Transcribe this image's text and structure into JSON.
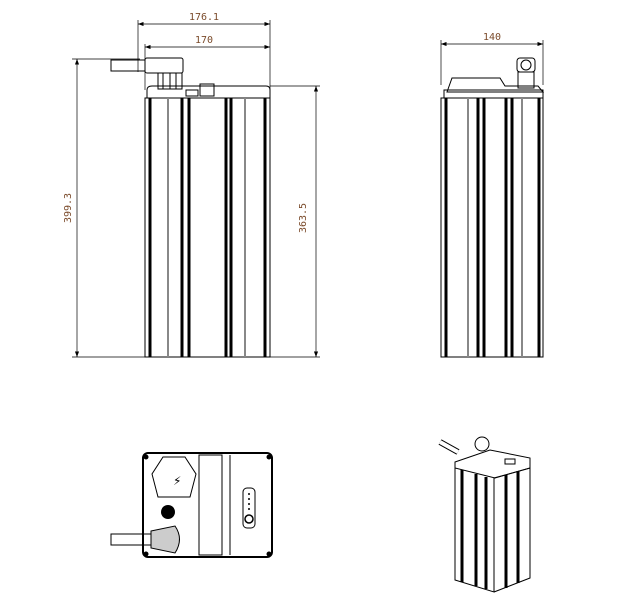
{
  "drawing": {
    "front_view": {
      "dimensions": {
        "overall_width": "176.1",
        "body_width": "170",
        "overall_height": "399.3",
        "body_height": "363.5"
      }
    },
    "side_view": {
      "dimensions": {
        "body_depth": "140"
      }
    },
    "top_view": {},
    "isometric_view": {}
  }
}
